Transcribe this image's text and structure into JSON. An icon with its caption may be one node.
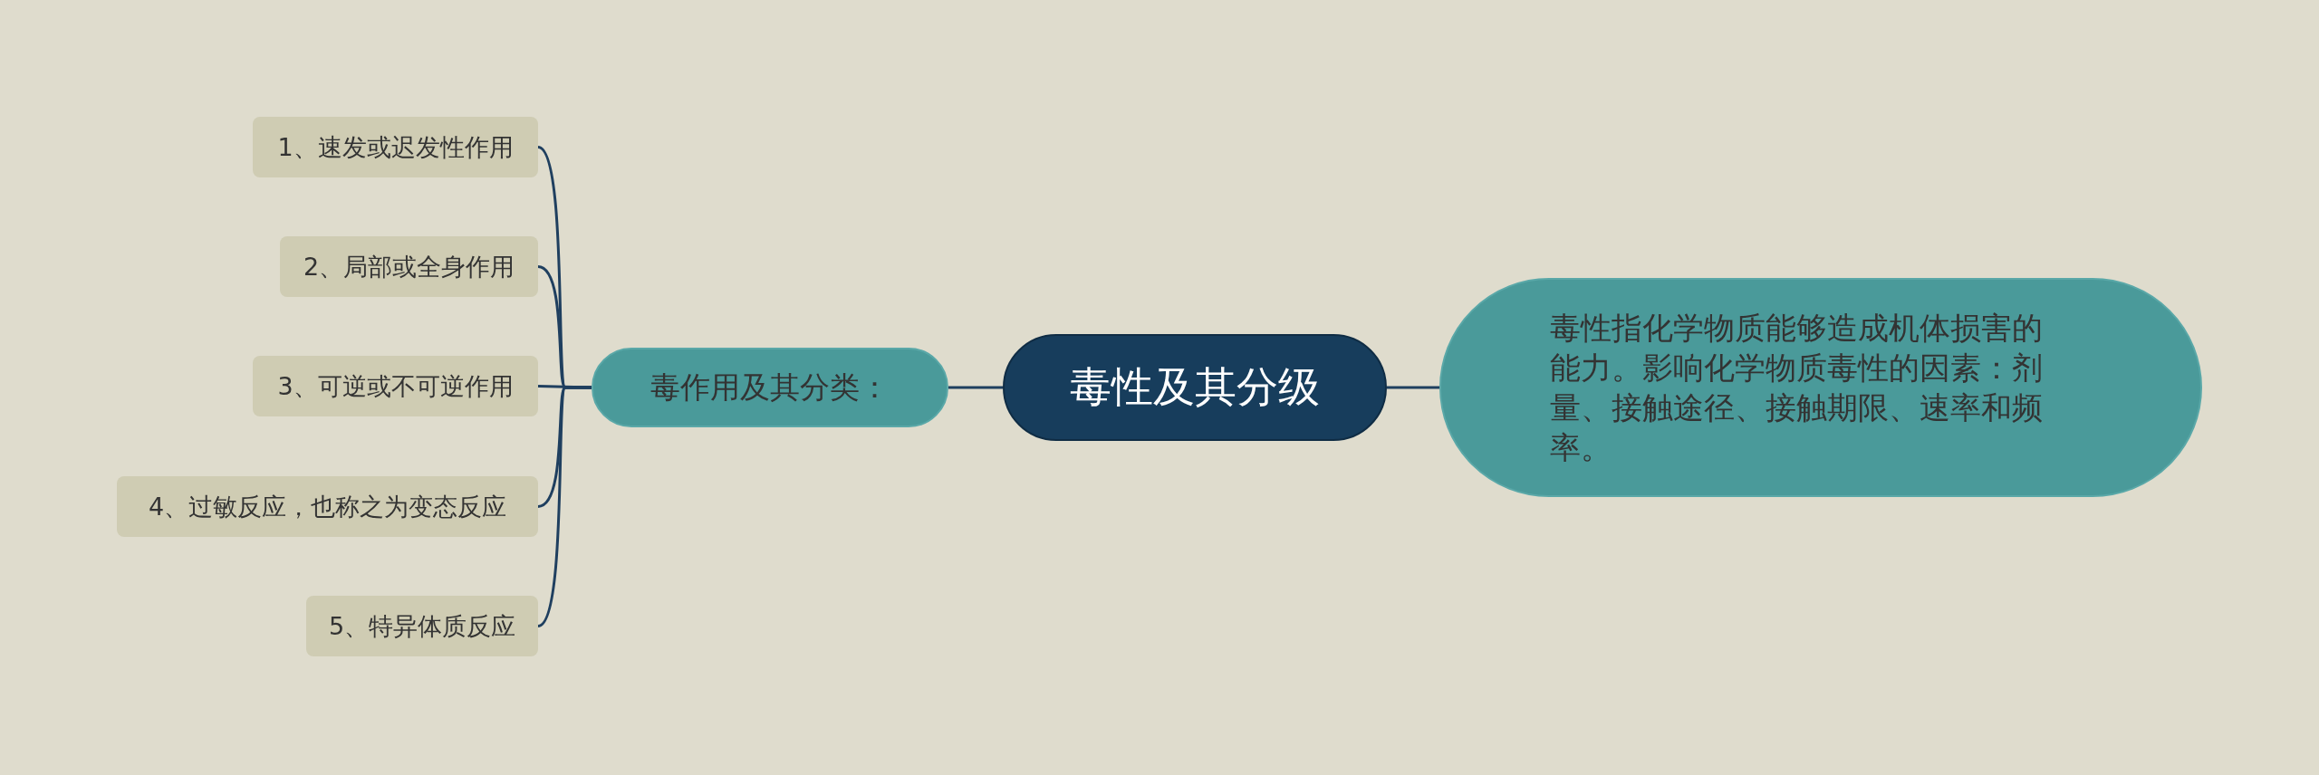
{
  "diagram": {
    "nodes": [
      {
        "text": [
          "毒性及其分级"
        ]
      },
      {
        "text": [
          "毒作用及其分类："
        ]
      },
      {
        "text": [
          "毒性指化学物质能够造成机体损害的能力。影响化学物质毒性的因素：剂量、接触途径、接触期限、速率和频率。"
        ]
      },
      {
        "text": [
          "1、速发或迟发性作用"
        ]
      },
      {
        "text": [
          "2、局部或全身作用"
        ]
      },
      {
        "text": [
          "3、可逆或不可逆作用"
        ]
      },
      {
        "text": [
          "4、过敏反应，也称之为变态反应"
        ]
      },
      {
        "text": [
          "5、特异体质反应"
        ]
      }
    ],
    "edges": [
      {
        "from": 0,
        "to": 1,
        "arrow": "none"
      },
      {
        "from": 0,
        "to": 2,
        "arrow": "none"
      },
      {
        "from": 1,
        "to": 3,
        "arrow": "none"
      },
      {
        "from": 1,
        "to": 4,
        "arrow": "none"
      },
      {
        "from": 1,
        "to": 5,
        "arrow": "none"
      },
      {
        "from": 1,
        "to": 6,
        "arrow": "none"
      },
      {
        "from": 1,
        "to": 7,
        "arrow": "none"
      }
    ]
  }
}
